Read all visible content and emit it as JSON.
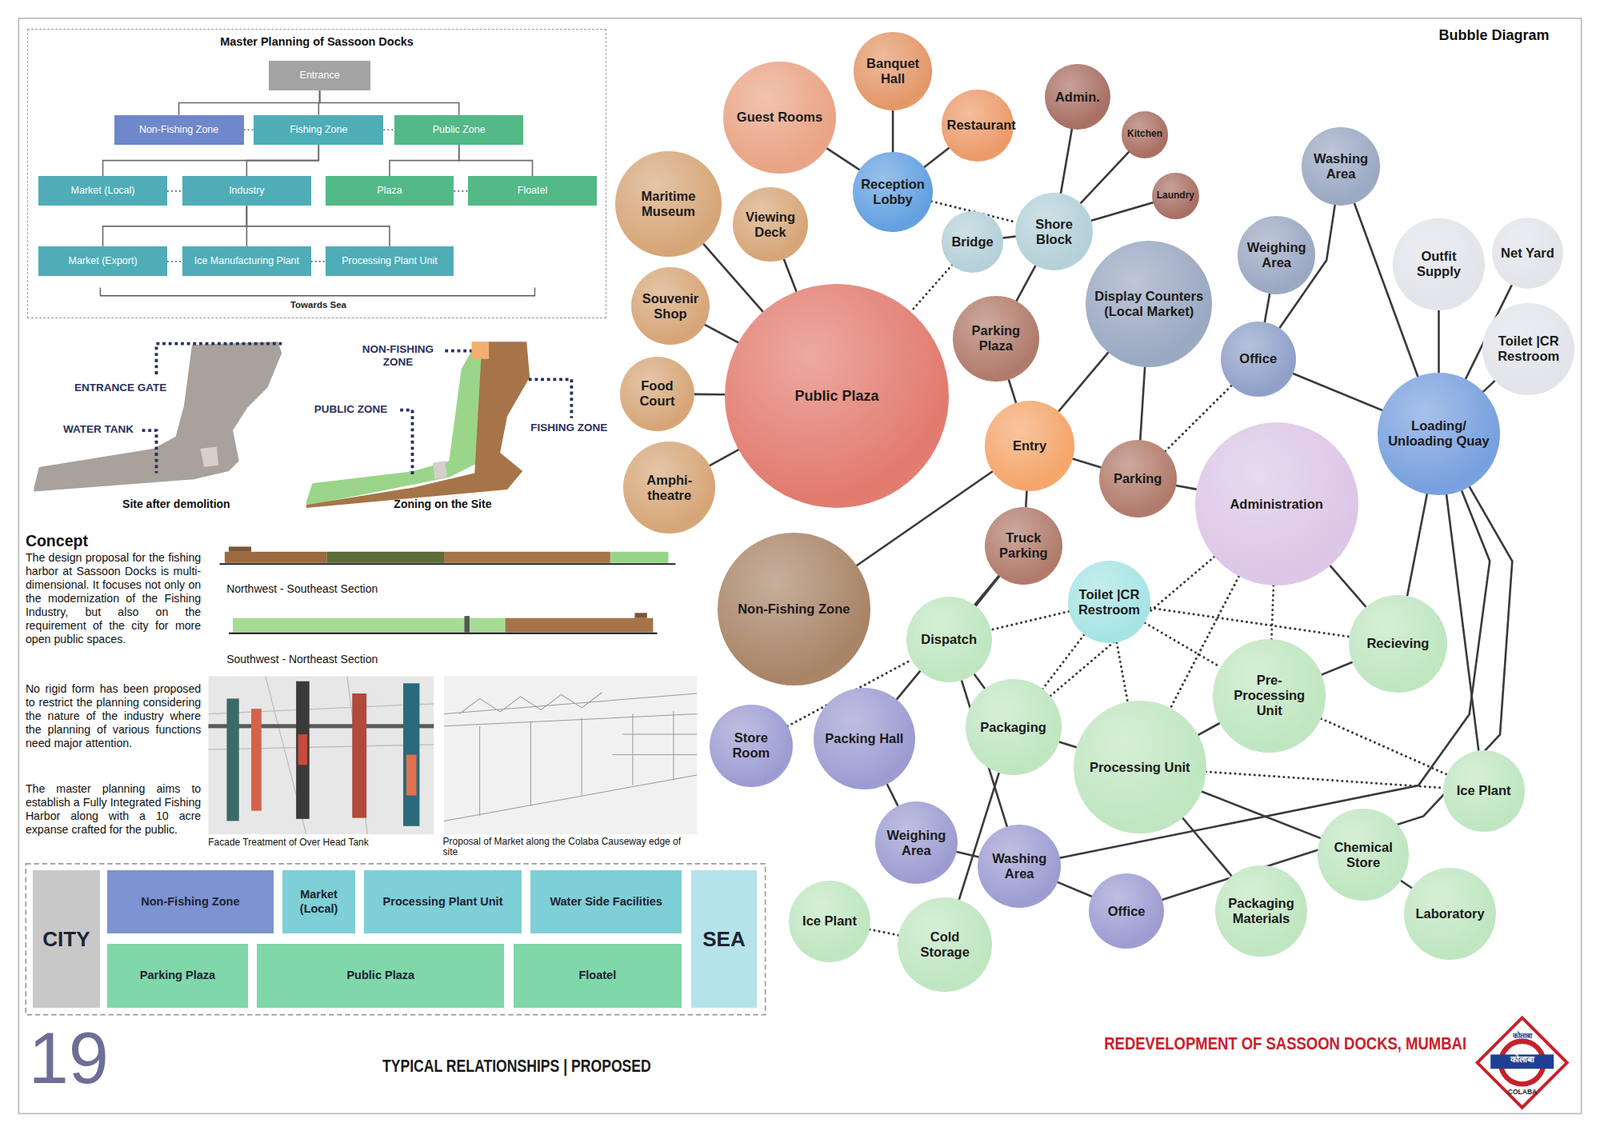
{
  "diagram": {
    "title": "Bubble Diagram",
    "caption": "TYPICAL RELATIONSHIPS | PROPOSED",
    "nodes": [
      {
        "text": [
          "Master Planning of Sassoon Docks"
        ]
      },
      {
        "text": [
          "Entrance"
        ],
        "in": 0
      },
      {
        "text": [
          "Non-Fishing Zone"
        ],
        "in": 0
      },
      {
        "text": [
          "Fishing Zone"
        ],
        "in": 0
      },
      {
        "text": [
          "Public Zone"
        ],
        "in": 0
      },
      {
        "text": [
          "Market (Local)"
        ],
        "in": 0
      },
      {
        "text": [
          "Industry"
        ],
        "in": 0
      },
      {
        "text": [
          "Plaza"
        ],
        "in": 0
      },
      {
        "text": [
          "Floatel"
        ],
        "in": 0
      },
      {
        "text": [
          "Market (Export)"
        ],
        "in": 0
      },
      {
        "text": [
          "Ice Manufacturing Plant"
        ],
        "in": 0
      },
      {
        "text": [
          "Processing Plant Unit"
        ],
        "in": 0
      },
      {
        "text": [
          "CITY"
        ]
      },
      {
        "text": [
          "Non-Fishing Zone"
        ]
      },
      {
        "text": [
          "Market (Local)"
        ]
      },
      {
        "text": [
          "Processing Plant Unit"
        ]
      },
      {
        "text": [
          "Water Side Facilities"
        ]
      },
      {
        "text": [
          "SEA"
        ]
      },
      {
        "text": [
          "Parking Plaza"
        ]
      },
      {
        "text": [
          "Public Plaza"
        ]
      },
      {
        "text": [
          "Floatel"
        ]
      },
      {
        "text": [
          "Guest Rooms"
        ]
      },
      {
        "text": [
          "Banquet Hall"
        ]
      },
      {
        "text": [
          "Restaurant"
        ]
      },
      {
        "text": [
          "Reception Lobby"
        ]
      },
      {
        "text": [
          "Maritime Museum"
        ]
      },
      {
        "text": [
          "Viewing Deck"
        ]
      },
      {
        "text": [
          "Admin."
        ]
      },
      {
        "text": [
          "Kitchen"
        ]
      },
      {
        "text": [
          "Laundry"
        ]
      },
      {
        "text": [
          "Bridge"
        ]
      },
      {
        "text": [
          "Shore Block"
        ]
      },
      {
        "text": [
          "Washing Area"
        ]
      },
      {
        "text": [
          "Souvenir Shop"
        ]
      },
      {
        "text": [
          "Weighing Area"
        ]
      },
      {
        "text": [
          "Display Counters (Local Market)"
        ]
      },
      {
        "text": [
          "Outfit Supply"
        ]
      },
      {
        "text": [
          "Net Yard"
        ]
      },
      {
        "text": [
          "Toilet |CR Restroom"
        ]
      },
      {
        "text": [
          "Public Plaza"
        ]
      },
      {
        "text": [
          "Parking Plaza"
        ]
      },
      {
        "text": [
          "Office"
        ]
      },
      {
        "text": [
          "Food Court"
        ]
      },
      {
        "text": [
          "Loading/ Unloading Quay"
        ]
      },
      {
        "text": [
          "Entry"
        ]
      },
      {
        "text": [
          "Parking"
        ]
      },
      {
        "text": [
          "Administration"
        ]
      },
      {
        "text": [
          "Amphi- theatre"
        ]
      },
      {
        "text": [
          "Truck Parking"
        ]
      },
      {
        "text": [
          "Non-Fishing Zone"
        ]
      },
      {
        "text": [
          "Toilet |CR Restroom"
        ]
      },
      {
        "text": [
          "Dispatch"
        ]
      },
      {
        "text": [
          "Recieving"
        ]
      },
      {
        "text": [
          "Pre-Processing Unit"
        ]
      },
      {
        "text": [
          "Store Room"
        ]
      },
      {
        "text": [
          "Packing Hall"
        ]
      },
      {
        "text": [
          "Packaging"
        ]
      },
      {
        "text": [
          "Processing Unit"
        ]
      },
      {
        "text": [
          "Ice Plant"
        ]
      },
      {
        "text": [
          "Weighing Area"
        ]
      },
      {
        "text": [
          "Washing Area"
        ]
      },
      {
        "text": [
          "Chemical Store"
        ]
      },
      {
        "text": [
          "Office"
        ]
      },
      {
        "text": [
          "Packaging Materials"
        ]
      },
      {
        "text": [
          "Laboratory"
        ]
      },
      {
        "text": [
          "Ice Plant"
        ]
      },
      {
        "text": [
          "Cold Storage"
        ]
      }
    ],
    "edges": [
      {
        "from": 1,
        "to": 2,
        "arrow": "none"
      },
      {
        "from": 1,
        "to": 3,
        "arrow": "none"
      },
      {
        "from": 1,
        "to": 4,
        "arrow": "none"
      },
      {
        "from": 3,
        "to": 5,
        "arrow": "none"
      },
      {
        "from": 3,
        "to": 6,
        "arrow": "none"
      },
      {
        "from": 4,
        "to": 7,
        "arrow": "none"
      },
      {
        "from": 4,
        "to": 8,
        "arrow": "none"
      },
      {
        "from": 6,
        "to": 9,
        "arrow": "none"
      },
      {
        "from": 6,
        "to": 10,
        "arrow": "none"
      },
      {
        "from": 6,
        "to": 11,
        "arrow": "none"
      },
      {
        "from": 2,
        "to": 3,
        "arrow": "none"
      },
      {
        "from": 3,
        "to": 4,
        "arrow": "none"
      },
      {
        "from": 5,
        "to": 6,
        "arrow": "none"
      },
      {
        "from": 7,
        "to": 8,
        "arrow": "none"
      },
      {
        "from": 9,
        "to": 10,
        "arrow": "none"
      },
      {
        "from": 10,
        "to": 11,
        "arrow": "none"
      },
      {
        "from": 21,
        "to": 24,
        "arrow": "none"
      },
      {
        "from": 22,
        "to": 24,
        "arrow": "none"
      },
      {
        "from": 23,
        "to": 24,
        "arrow": "none"
      },
      {
        "from": 24,
        "to": 31,
        "arrow": "none"
      },
      {
        "from": 27,
        "to": 31,
        "arrow": "none"
      },
      {
        "from": 28,
        "to": 31,
        "arrow": "none"
      },
      {
        "from": 29,
        "to": 31,
        "arrow": "none"
      },
      {
        "from": 30,
        "to": 31,
        "arrow": "none"
      },
      {
        "from": 30,
        "to": 39,
        "arrow": "none"
      },
      {
        "from": 31,
        "to": 40,
        "arrow": "none"
      },
      {
        "from": 25,
        "to": 39,
        "arrow": "none"
      },
      {
        "from": 26,
        "to": 39,
        "arrow": "none"
      },
      {
        "from": 33,
        "to": 39,
        "arrow": "none"
      },
      {
        "from": 42,
        "to": 39,
        "arrow": "none"
      },
      {
        "from": 47,
        "to": 39,
        "arrow": "none"
      },
      {
        "from": 40,
        "to": 44,
        "arrow": "none"
      },
      {
        "from": 44,
        "to": 35,
        "arrow": "none"
      },
      {
        "from": 44,
        "to": 45,
        "arrow": "none"
      },
      {
        "from": 44,
        "to": 49,
        "arrow": "none"
      },
      {
        "from": 44,
        "to": 48,
        "arrow": "none"
      },
      {
        "from": 45,
        "to": 35,
        "arrow": "none"
      },
      {
        "from": 45,
        "to": 46,
        "arrow": "none"
      },
      {
        "from": 45,
        "to": 41,
        "arrow": "none"
      },
      {
        "from": 34,
        "to": 41,
        "arrow": "none"
      },
      {
        "from": 32,
        "to": 41,
        "arrow": "none"
      },
      {
        "from": 32,
        "to": 43,
        "arrow": "none"
      },
      {
        "from": 41,
        "to": 43,
        "arrow": "none"
      },
      {
        "from": 36,
        "to": 43,
        "arrow": "none"
      },
      {
        "from": 37,
        "to": 43,
        "arrow": "none"
      },
      {
        "from": 38,
        "to": 43,
        "arrow": "none"
      },
      {
        "from": 43,
        "to": 52,
        "arrow": "none"
      },
      {
        "from": 43,
        "to": 58,
        "arrow": "none"
      },
      {
        "from": 43,
        "to": 60,
        "arrow": "none"
      },
      {
        "from": 43,
        "to": 62,
        "arrow": "none"
      },
      {
        "from": 46,
        "to": 52,
        "arrow": "none"
      },
      {
        "from": 48,
        "to": 51,
        "arrow": "none"
      },
      {
        "from": 48,
        "to": 55,
        "arrow": "none"
      },
      {
        "from": 50,
        "to": 51,
        "arrow": "none"
      },
      {
        "from": 50,
        "to": 52,
        "arrow": "none"
      },
      {
        "from": 50,
        "to": 53,
        "arrow": "none"
      },
      {
        "from": 50,
        "to": 57,
        "arrow": "none"
      },
      {
        "from": 50,
        "to": 56,
        "arrow": "none"
      },
      {
        "from": 46,
        "to": 56,
        "arrow": "none"
      },
      {
        "from": 46,
        "to": 57,
        "arrow": "none"
      },
      {
        "from": 46,
        "to": 53,
        "arrow": "none"
      },
      {
        "from": 56,
        "to": 57,
        "arrow": "none"
      },
      {
        "from": 51,
        "to": 56,
        "arrow": "none"
      },
      {
        "from": 53,
        "to": 57,
        "arrow": "none"
      },
      {
        "from": 52,
        "to": 53,
        "arrow": "none"
      },
      {
        "from": 53,
        "to": 58,
        "arrow": "none"
      },
      {
        "from": 57,
        "to": 58,
        "arrow": "none"
      },
      {
        "from": 57,
        "to": 61,
        "arrow": "none"
      },
      {
        "from": 57,
        "to": 63,
        "arrow": "none"
      },
      {
        "from": 61,
        "to": 64,
        "arrow": "none"
      },
      {
        "from": 55,
        "to": 59,
        "arrow": "none"
      },
      {
        "from": 59,
        "to": 60,
        "arrow": "none"
      },
      {
        "from": 60,
        "to": 62,
        "arrow": "none"
      },
      {
        "from": 65,
        "to": 66,
        "arrow": "none"
      },
      {
        "from": 66,
        "to": 56,
        "arrow": "none"
      },
      {
        "from": 54,
        "to": 51,
        "arrow": "none"
      },
      {
        "from": 51,
        "to": 60,
        "arrow": "none"
      }
    ],
    "labels": [
      "ENTRANCE GATE",
      "WATER TANK",
      "Site after demolition",
      "NON-FISHING ZONE",
      "PUBLIC ZONE",
      "FISHING ZONE",
      "Zoning on the Site",
      "Towards Sea",
      "Concept",
      "The design proposal for the fishing harbor at Sassoon Docks is multi-dimensional. It focuses not only on the modernization of the Fishing Industry, but also on the requirement of the city for more open public spaces.",
      "No rigid form has been proposed to restrict the planning considering the nature of the industry where the planning of various functions need major attention.",
      "The master planning aims to establish a Fully Integrated Fishing Harbor along with a 10 acre expanse crafted for the public.",
      "Northwest - Southeast Section",
      "Southwest - Northeast Section",
      "Facade Treatment of Over Head Tank",
      "Proposal of Market along the Colaba Causeway edge of site",
      "19",
      "REDEVELOPMENT OF SASSOON DOCKS, MUMBAI",
      "कोलाबा",
      "कोलाबा",
      "COLABA"
    ]
  }
}
